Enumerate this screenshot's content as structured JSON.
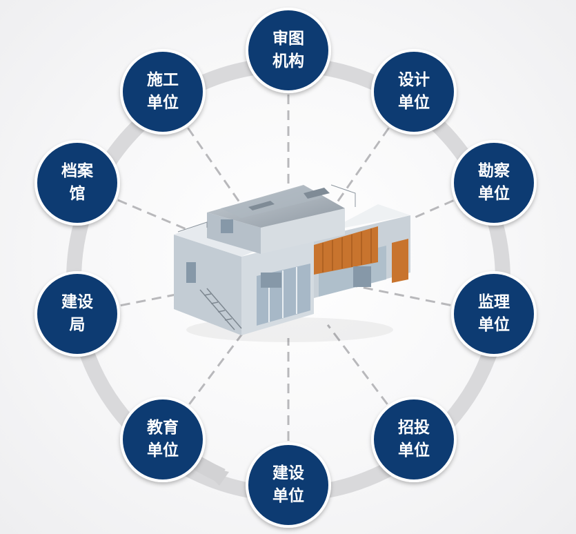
{
  "center": {
    "name": "building-illustration"
  },
  "nodes": [
    {
      "id": "review",
      "lines": [
        "审图",
        "机构"
      ]
    },
    {
      "id": "design",
      "lines": [
        "设计",
        "单位"
      ]
    },
    {
      "id": "survey",
      "lines": [
        "勘察",
        "单位"
      ]
    },
    {
      "id": "supervision",
      "lines": [
        "监理",
        "单位"
      ]
    },
    {
      "id": "bidding",
      "lines": [
        "招投",
        "单位"
      ]
    },
    {
      "id": "owner",
      "lines": [
        "建设",
        "单位"
      ]
    },
    {
      "id": "education",
      "lines": [
        "教育",
        "单位"
      ]
    },
    {
      "id": "bureau",
      "lines": [
        "建设",
        "局"
      ]
    },
    {
      "id": "archive",
      "lines": [
        "档案",
        "馆"
      ]
    },
    {
      "id": "construction",
      "lines": [
        "施工",
        "单位"
      ]
    }
  ],
  "colors": {
    "node_fill": "#0d3a72",
    "node_border": "#ffffff",
    "ring": "#d9d9db",
    "dash": "#b8b8bb",
    "building_wall": "#bcc6cf",
    "building_roof": "#9aa4ad",
    "wood": "#c8742e"
  }
}
